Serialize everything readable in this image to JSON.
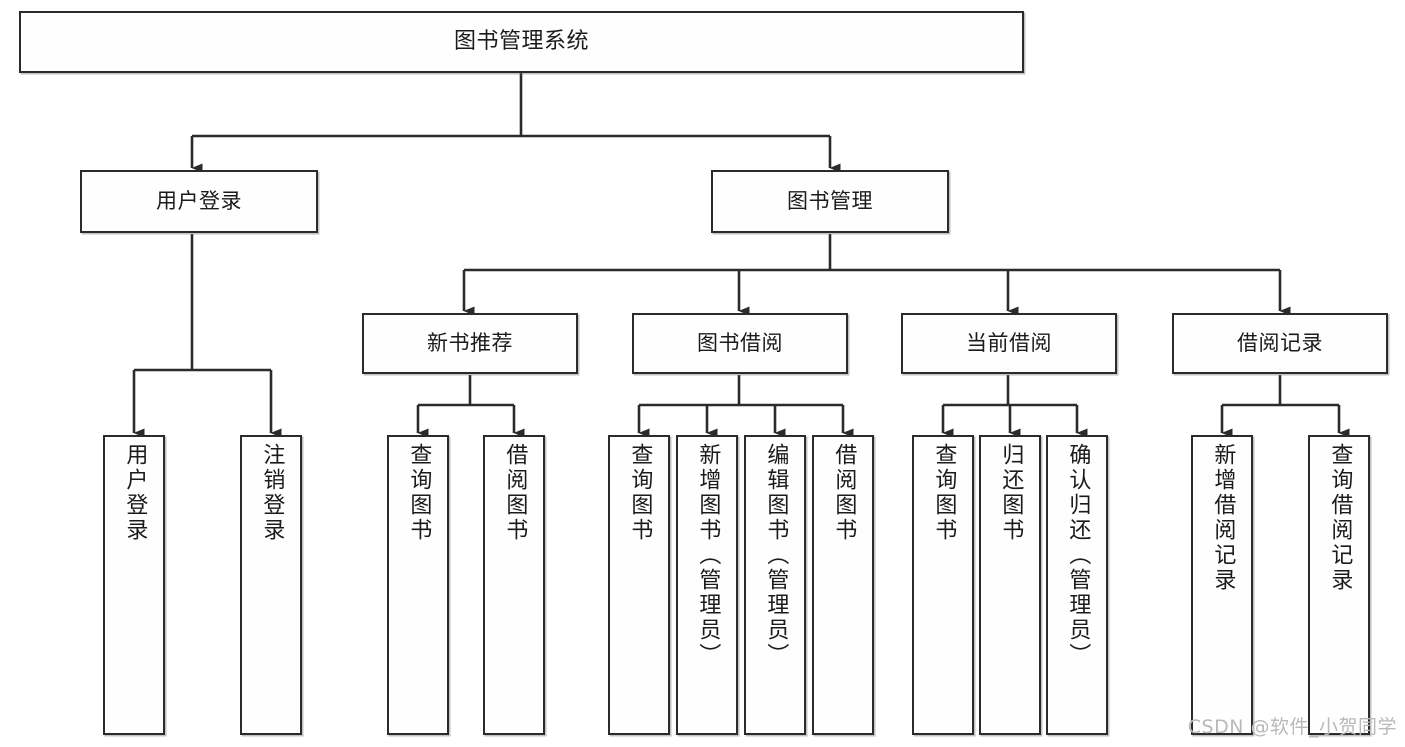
{
  "diagram": {
    "type": "tree-hierarchy-chart",
    "title": "图书管理系统",
    "watermark": "CSDN @软件_小贺同学",
    "colors": {
      "box_border": "#2b2b2b",
      "box_fill": "#fefefe",
      "edge": "#2b2b2b",
      "text": "#1b1b1b",
      "watermark": "#b9b9b9"
    },
    "levels": [
      {
        "level": 1,
        "nodes": [
          {
            "id": "root",
            "label": "图书管理系统",
            "orientation": "horizontal"
          }
        ]
      },
      {
        "level": 2,
        "nodes": [
          {
            "id": "user-login",
            "label": "用户登录",
            "orientation": "horizontal",
            "parent": "root"
          },
          {
            "id": "book-manage",
            "label": "图书管理",
            "orientation": "horizontal",
            "parent": "root"
          }
        ]
      },
      {
        "level": 3,
        "nodes": [
          {
            "id": "new-book-recommend",
            "label": "新书推荐",
            "orientation": "horizontal",
            "parent": "book-manage"
          },
          {
            "id": "book-borrow",
            "label": "图书借阅",
            "orientation": "horizontal",
            "parent": "book-manage"
          },
          {
            "id": "current-borrow",
            "label": "当前借阅",
            "orientation": "horizontal",
            "parent": "book-manage"
          },
          {
            "id": "borrow-record",
            "label": "借阅记录",
            "orientation": "horizontal",
            "parent": "book-manage"
          }
        ]
      },
      {
        "level": 4,
        "nodes": [
          {
            "id": "leaf-user-login",
            "label": "用户登录",
            "orientation": "vertical",
            "parent": "user-login"
          },
          {
            "id": "leaf-user-logout",
            "label": "注销登录",
            "orientation": "vertical",
            "parent": "user-login"
          },
          {
            "id": "leaf-query-book-1",
            "label": "查询图书",
            "orientation": "vertical",
            "parent": "new-book-recommend"
          },
          {
            "id": "leaf-borrow-book-1",
            "label": "借阅图书",
            "orientation": "vertical",
            "parent": "new-book-recommend"
          },
          {
            "id": "leaf-query-book-2",
            "label": "查询图书",
            "orientation": "vertical",
            "parent": "book-borrow"
          },
          {
            "id": "leaf-add-book",
            "label": "新增图书（管理员）",
            "orientation": "vertical",
            "parent": "book-borrow"
          },
          {
            "id": "leaf-edit-book",
            "label": "编辑图书（管理员）",
            "orientation": "vertical",
            "parent": "book-borrow"
          },
          {
            "id": "leaf-borrow-book-2",
            "label": "借阅图书",
            "orientation": "vertical",
            "parent": "book-borrow"
          },
          {
            "id": "leaf-query-book-3",
            "label": "查询图书",
            "orientation": "vertical",
            "parent": "current-borrow"
          },
          {
            "id": "leaf-return-book",
            "label": "归还图书",
            "orientation": "vertical",
            "parent": "current-borrow"
          },
          {
            "id": "leaf-confirm-return",
            "label": "确认归还（管理员）",
            "orientation": "vertical",
            "parent": "current-borrow"
          },
          {
            "id": "leaf-add-record",
            "label": "新增借阅记录",
            "orientation": "vertical",
            "parent": "borrow-record"
          },
          {
            "id": "leaf-query-record",
            "label": "查询借阅记录",
            "orientation": "vertical",
            "parent": "borrow-record"
          }
        ]
      }
    ]
  }
}
